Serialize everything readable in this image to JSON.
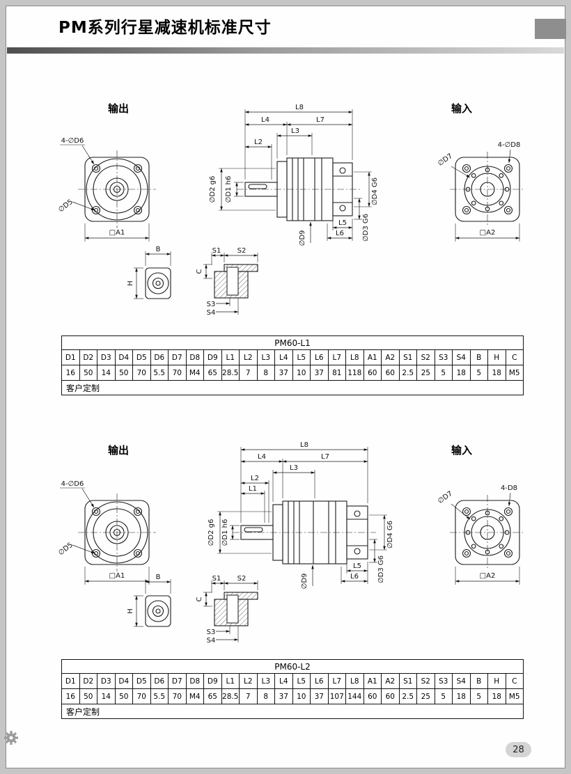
{
  "page": {
    "title": "PM系列行星减速机标准尺寸",
    "page_number": "28"
  },
  "labels": {
    "output": "输出",
    "input": "输入"
  },
  "dims": {
    "d6": "4-∅D6",
    "d5": "∅D5",
    "a1": "□A1",
    "l8": "L8",
    "l7": "L7",
    "l4": "L4",
    "l3": "L3",
    "l2": "L2",
    "l1": "L1",
    "d2": "∅D2 g6",
    "d1": "∅D1 h6",
    "d9": "∅D9",
    "l5": "L5",
    "l6": "L6",
    "d3": "∅D3 G6",
    "d4": "∅D4 G6",
    "d7": "∅D7",
    "a2": "□A2",
    "b": "B",
    "h": "H",
    "c": "C",
    "s1": "S1",
    "s2": "S2",
    "s3": "S3",
    "s4": "S4"
  },
  "section1": {
    "d8": "4-∅D8",
    "table": {
      "title": "PM60-L1",
      "headers": [
        "D1",
        "D2",
        "D3",
        "D4",
        "D5",
        "D6",
        "D7",
        "D8",
        "D9",
        "L1",
        "L2",
        "L3",
        "L4",
        "L5",
        "L6",
        "L7",
        "L8",
        "A1",
        "A2",
        "S1",
        "S2",
        "S3",
        "S4",
        "B",
        "H",
        "C"
      ],
      "values": [
        "16",
        "50",
        "14",
        "50",
        "70",
        "5.5",
        "70",
        "M4",
        "65",
        "28.5",
        "7",
        "8",
        "37",
        "10",
        "37",
        "81",
        "118",
        "60",
        "60",
        "2.5",
        "25",
        "5",
        "18",
        "5",
        "18",
        "M5"
      ],
      "footer": "客户定制"
    }
  },
  "section2": {
    "d8": "4-D8",
    "table": {
      "title": "PM60-L2",
      "headers": [
        "D1",
        "D2",
        "D3",
        "D4",
        "D5",
        "D6",
        "D7",
        "D8",
        "D9",
        "L1",
        "L2",
        "L3",
        "L4",
        "L5",
        "L6",
        "L7",
        "L8",
        "A1",
        "A2",
        "S1",
        "S2",
        "S3",
        "S4",
        "B",
        "H",
        "C"
      ],
      "values": [
        "16",
        "50",
        "14",
        "50",
        "70",
        "5.5",
        "70",
        "M4",
        "65",
        "28.5",
        "7",
        "8",
        "37",
        "10",
        "37",
        "107",
        "144",
        "60",
        "60",
        "2.5",
        "25",
        "5",
        "18",
        "5",
        "18",
        "M5"
      ],
      "footer": "客户定制"
    }
  }
}
